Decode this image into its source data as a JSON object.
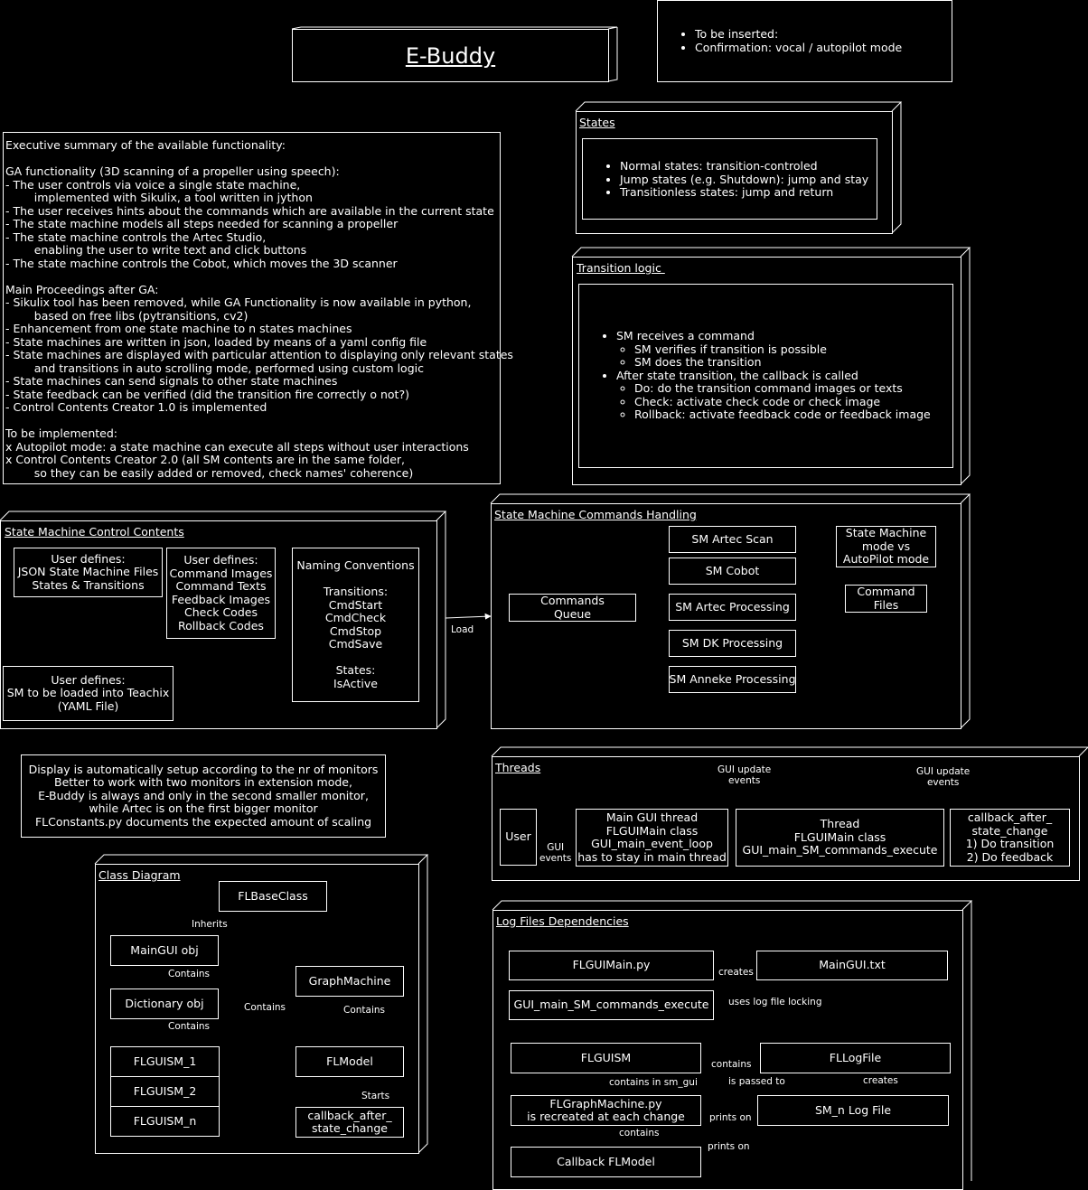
{
  "title": "E-Buddy",
  "todo_note": {
    "items": [
      "To be inserted:",
      "Confirmation: vocal / autopilot mode"
    ]
  },
  "summary": {
    "lines": [
      "Executive summary of the available functionality:",
      "",
      "GA functionality (3D scanning of a propeller using speech):",
      "- The user controls via voice a single state machine,",
      "        implemented with Sikulix, a tool written in jython",
      "- The user receives hints about the commands which are available in the current state",
      "- The state machine models all steps needed for scanning a propeller",
      "- The state machine controls the Artec Studio,",
      "        enabling the user to write text and click buttons",
      "- The state machine controls the Cobot, which moves the 3D scanner",
      "",
      "Main Proceedings after GA:",
      "- Sikulix tool has been removed, while GA Functionality is now available in python,",
      "        based on free libs (pytransitions, cv2)",
      "- Enhancement from one state machine to n states machines",
      "- State machines are written in json, loaded by means of a yaml config file",
      "- State machines are displayed with particular attention to displaying only relevant states",
      "        and transitions in auto scrolling mode, performed using custom logic",
      "- State machines can send signals to other state machines",
      "- State feedback can be verified (did the transition fire correctly o not?)",
      "- Control Contents Creator 1.0 is implemented",
      "",
      "To be implemented:",
      "x Autopilot mode: a state machine can execute all steps without user interactions",
      "x Control Contents Creator 2.0 (all SM contents are in the same folder,",
      "        so they can be easily added or removed, check names' coherence)"
    ]
  },
  "states": {
    "title": "States",
    "items": [
      "Normal states: transition-controled",
      "Jump states (e.g. Shutdown): jump and stay",
      "Transitionless states: jump and return"
    ]
  },
  "transition": {
    "title": "Transition logic ",
    "item1": "SM receives a command",
    "sub1": [
      "SM verifies if transition is possible",
      "SM does the transition"
    ],
    "item2": "After state transition, the callback is called",
    "sub2": [
      "Do: do the transition command images or texts",
      "Check: activate check code or check image",
      "Rollback: activate feedback code or feedback image"
    ]
  },
  "control": {
    "title": "State Machine Control Contents",
    "json_box": "User defines:\nJSON State Machine Files\nStates & Transitions",
    "cmd_box": "User defines:\nCommand Images\nCommand Texts\nFeedback Images\nCheck Codes\nRollback Codes",
    "naming_box": "Naming Conventions\n\nTransitions:\nCmdStart\nCmdCheck\nCmdStop\nCmdSave\n\nStates:\nIsActive",
    "yaml_box": "User defines:\nSM to be loaded into Teachix\n(YAML File)"
  },
  "load_label": "Load",
  "commands": {
    "title": "State Machine Commands Handling",
    "queue": "Commands\nQueue",
    "sm": [
      "SM Artec Scan",
      "SM Cobot",
      "SM Artec Processing",
      "SM DK Processing",
      "SM Anneke Processing"
    ],
    "mode": "State Machine\nmode vs\nAutoPilot mode",
    "files": "Command\nFiles"
  },
  "display_note": "Display is automatically setup according to the nr of monitors\nBetter to work with two monitors in extension mode,\nE-Buddy is always and only in the second smaller monitor,\nwhile Artec is on the first bigger monitor\nFLConstants.py documents the expected amount of scaling",
  "threads": {
    "title": "Threads",
    "user": "User",
    "gui_events": "GUI\nevents",
    "update1": "GUI update\nevents",
    "update2": "GUI update\nevents",
    "main": "Main GUI thread\nFLGUIMain class\nGUI_main_event_loop\nhas to stay in main thread",
    "thread": "Thread\nFLGUIMain class\nGUI_main_SM_commands_execute",
    "callback": "callback_after_\nstate_change\n1) Do transition\n2) Do feedback"
  },
  "class": {
    "title": "Class Diagram",
    "base": "FLBaseClass",
    "inherits": "Inherits",
    "maingui": "MainGUI obj",
    "contains1": "Contains",
    "dict": "Dictionary obj",
    "contains2": "Contains",
    "ism": [
      "FLGUISM_1",
      "FLGUISM_2",
      "FLGUISM_n"
    ],
    "contains3": "Contains",
    "graph": "GraphMachine",
    "contains4": "Contains",
    "model": "FLModel",
    "starts": "Starts",
    "callback": "callback_after_\nstate_change"
  },
  "logs": {
    "title": "Log Files Dependencies",
    "main_py": "FLGUIMain.py",
    "execute": "GUI_main_SM_commands_execute",
    "maingui_txt": "MainGUI.txt",
    "creates1": "creates",
    "locking": "uses log file locking",
    "flguism": "FLGUISM",
    "fllogfile": "FLLogFile",
    "contains_a": "contains",
    "contains_sm_gui": "contains in sm_gui",
    "passed": "is passed to",
    "creates2": "creates",
    "graph_py": "FLGraphMachine.py\nis recreated at each change",
    "snlog": "SM_n Log File",
    "prints1": "prints on",
    "contains_b": "contains",
    "callback_model": "Callback FLModel",
    "prints2": "prints on"
  }
}
